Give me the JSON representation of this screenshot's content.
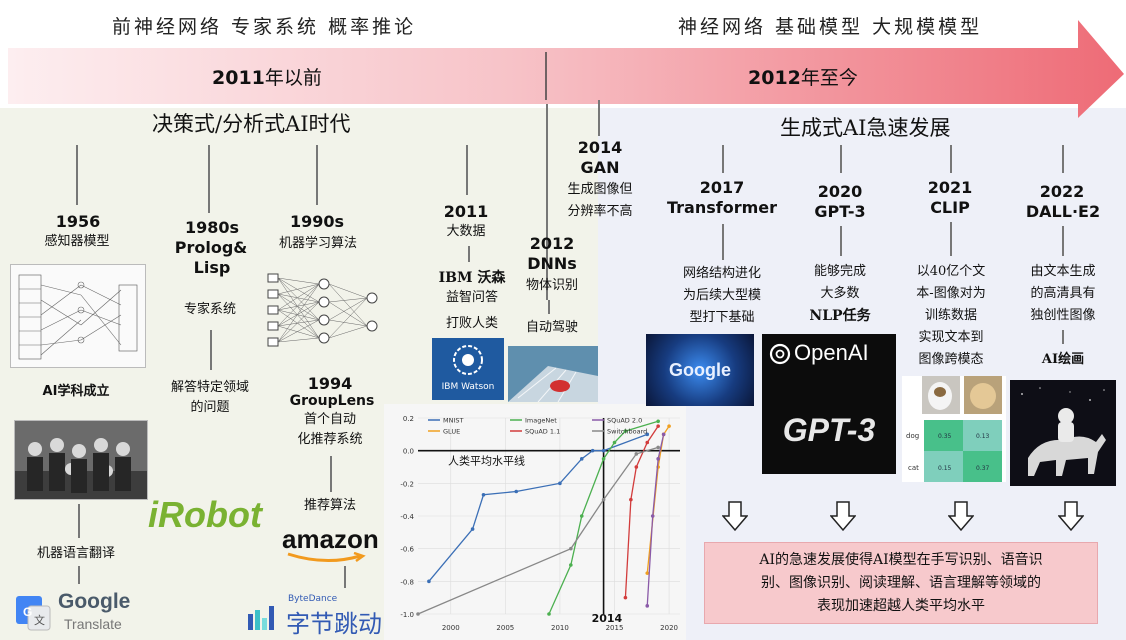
{
  "header": {
    "phase_left": "前神经网络  专家系统  概率推论",
    "phase_right": "神经网络  基础模型  大规模模型",
    "era_left": {
      "year": "2011",
      "suffix": "年以前"
    },
    "era_right": {
      "year": "2012",
      "suffix": "年至今"
    }
  },
  "periods": {
    "left": "决策式/分析式AI时代",
    "right": "生成式AI急速发展"
  },
  "milestones": {
    "m1956": {
      "year": "1956",
      "desc": "感知器模型"
    },
    "ai_field": "AI学科成立",
    "translation": "机器语言翻译",
    "m1980": {
      "year1": "1980s",
      "year2": "Prolog&",
      "year3": "Lisp",
      "desc": "专家系统",
      "desc2_l1": "解答特定领域",
      "desc2_l2": "的问题"
    },
    "m1990": {
      "year": "1990s",
      "desc": "机器学习算法"
    },
    "m1994": {
      "year": "1994",
      "name": "GroupLens",
      "desc_l1": "首个自动",
      "desc_l2": "化推荐系统",
      "desc2": "推荐算法"
    },
    "m2011": {
      "year": "2011",
      "desc": "大数据",
      "ibm_l1": "IBM 沃森",
      "ibm_l2": "益智问答",
      "ibm_l3": "打败人类"
    },
    "m2012": {
      "year": "2012",
      "name": "DNNs",
      "desc": "物体识别",
      "desc2": "自动驾驶"
    },
    "m2014": {
      "year": "2014",
      "name": "GAN",
      "desc_l1": "生成图像但",
      "desc_l2": "分辨率不高"
    },
    "m2017": {
      "year": "2017",
      "name": "Transformer",
      "desc_l1": "网络结构进化",
      "desc_l2": "为后续大型模",
      "desc_l3": "型打下基础"
    },
    "m2020": {
      "year": "2020",
      "name": "GPT-3",
      "desc_l1": "能够完成",
      "desc_l2": "大多数",
      "desc_l3": "NLP任务"
    },
    "m2021": {
      "year": "2021",
      "name": "CLIP",
      "desc_l1": "以40亿个文",
      "desc_l2": "本-图像对为",
      "desc_l3": "训练数据",
      "desc_l4": "实现文本到",
      "desc_l5": "图像跨模态"
    },
    "m2022": {
      "year": "2022",
      "name": "DALL·E2",
      "desc_l1": "由文本生成",
      "desc_l2": "的高清具有",
      "desc_l3": "独创性图像",
      "desc2": "AI绘画"
    }
  },
  "logos": {
    "google_translate_1": "Google",
    "google_translate_2": "Translate",
    "irobot": "iRobot",
    "amazon": "amazon",
    "bytedance_small": "ByteDance",
    "bytedance": "字节跳动",
    "ibm_watson": "IBM Watson",
    "google_brain": "Google",
    "openai": "OpenAI",
    "gpt3": "GPT-3"
  },
  "summary": {
    "l1": "AI的急速发展使得AI模型在手写识别、语音识",
    "l2": "别、图像识别、阅读理解、语言理解等领域的",
    "l3": "表现加速超越人类平均水平"
  },
  "clip_labels": {
    "dog": "dog",
    "cat": "cat",
    "c11": "0.35",
    "c12": "0.13",
    "c21": "0.15",
    "c22": "0.37"
  },
  "chart_data": {
    "type": "line",
    "title": "",
    "annotation": "人类平均水平线",
    "annotation_year": "2014",
    "xlabel": "",
    "ylabel": "",
    "xlim": [
      1997,
      2021
    ],
    "ylim": [
      -1.0,
      0.2
    ],
    "xticks": [
      "2000",
      "2005",
      "2010",
      "2015",
      "2020"
    ],
    "yticks": [
      "0.2",
      "0.0",
      "-0.2",
      "-0.4",
      "-0.6",
      "-0.8",
      "-1.0"
    ],
    "series": [
      {
        "name": "MNIST",
        "color": "#3b6fb6",
        "x": [
          1998,
          2002,
          2003,
          2006,
          2010,
          2012,
          2013,
          2014,
          2018
        ],
        "y": [
          -0.8,
          -0.48,
          -0.27,
          -0.25,
          -0.2,
          -0.05,
          0.0,
          0.0,
          0.1
        ]
      },
      {
        "name": "GLUE",
        "color": "#f0a020",
        "x": [
          2018,
          2019,
          2019.5,
          2020
        ],
        "y": [
          -0.75,
          -0.1,
          0.1,
          0.15
        ]
      },
      {
        "name": "ImageNet",
        "color": "#4cb050",
        "x": [
          2009,
          2011,
          2012,
          2014,
          2015,
          2016,
          2019
        ],
        "y": [
          -1.0,
          -0.7,
          -0.4,
          -0.05,
          0.05,
          0.12,
          0.18
        ]
      },
      {
        "name": "SQuAD 1.1",
        "color": "#d23c3c",
        "x": [
          2016,
          2016.5,
          2017,
          2018,
          2019
        ],
        "y": [
          -0.9,
          -0.3,
          -0.1,
          0.05,
          0.15
        ]
      },
      {
        "name": "SQuAD 2.0",
        "color": "#8a5aa8",
        "x": [
          2018,
          2018.5,
          2019,
          2019.5
        ],
        "y": [
          -0.95,
          -0.4,
          -0.05,
          0.1
        ]
      },
      {
        "name": "Switchboard",
        "color": "#888888",
        "x": [
          1997,
          2011,
          2014,
          2017,
          2019
        ],
        "y": [
          -1.0,
          -0.6,
          -0.3,
          -0.02,
          0.02
        ]
      }
    ]
  },
  "colors": {
    "arrow_start": "#fbe6e8",
    "arrow_end": "#f08088",
    "summary_bg": "#f7c9cc"
  }
}
